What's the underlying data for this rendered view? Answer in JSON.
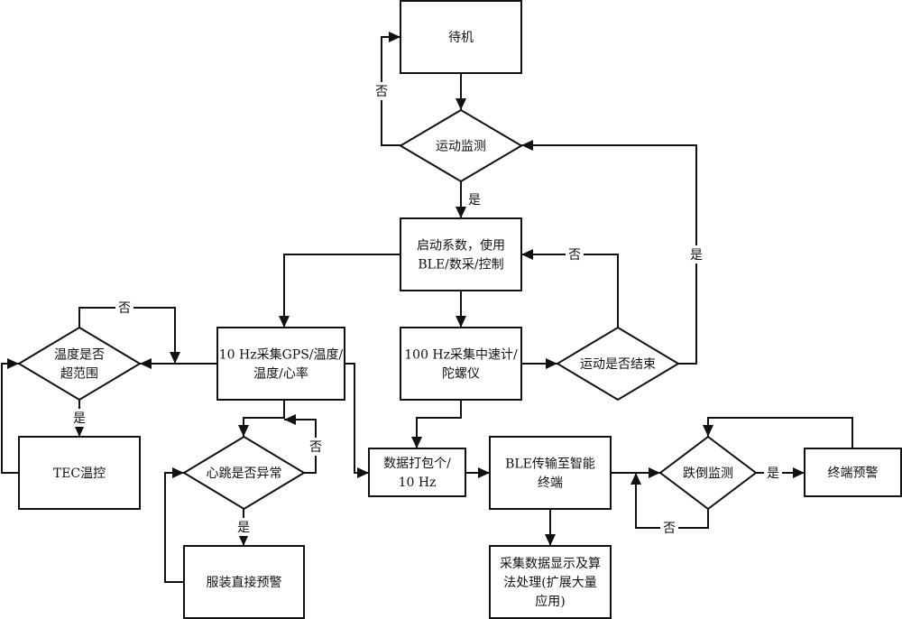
{
  "diagram": {
    "type": "flowchart",
    "nodes": [
      {
        "id": "standby",
        "shape": "rect",
        "lines": [
          "待机"
        ]
      },
      {
        "id": "motion_detect",
        "shape": "diamond",
        "lines": [
          "运动监测"
        ]
      },
      {
        "id": "start_system",
        "shape": "rect",
        "lines": [
          "启动系数，使用",
          "BLE/数采/控制"
        ]
      },
      {
        "id": "acq_100hz",
        "shape": "rect",
        "lines": [
          "100 Hz采集中速计/",
          "陀螺仪"
        ]
      },
      {
        "id": "motion_end",
        "shape": "diamond",
        "lines": [
          "运动是否结束"
        ]
      },
      {
        "id": "acq_10hz",
        "shape": "rect",
        "lines": [
          "10 Hz采集GPS/温度/",
          "温度/心率"
        ]
      },
      {
        "id": "temp_range",
        "shape": "diamond",
        "lines": [
          "温度是否",
          "超范围"
        ]
      },
      {
        "id": "tec_control",
        "shape": "rect",
        "lines": [
          "TEC温控"
        ]
      },
      {
        "id": "heartbeat",
        "shape": "diamond",
        "lines": [
          "心跳是否异常"
        ]
      },
      {
        "id": "garment_alarm",
        "shape": "rect",
        "lines": [
          "服装直接预警"
        ]
      },
      {
        "id": "data_pack",
        "shape": "rect",
        "lines": [
          "数据打包个/",
          "10 Hz"
        ]
      },
      {
        "id": "ble_transfer",
        "shape": "rect",
        "lines": [
          "BLE传输至智能",
          "终端"
        ]
      },
      {
        "id": "data_display",
        "shape": "rect",
        "lines": [
          "采集数据显示及算",
          "法处理(扩展大量",
          "应用)"
        ]
      },
      {
        "id": "fall_detect",
        "shape": "diamond",
        "lines": [
          "跌倒监测"
        ]
      },
      {
        "id": "terminal_alarm",
        "shape": "rect",
        "lines": [
          "终端预警"
        ]
      }
    ],
    "edges": [
      {
        "id": "standby-to-motion_detect",
        "from": "standby",
        "to": "motion_detect",
        "label": ""
      },
      {
        "id": "motion_detect-no-to-standby",
        "from": "motion_detect",
        "to": "standby",
        "label": "否"
      },
      {
        "id": "motion_detect-yes-to-start",
        "from": "motion_detect",
        "to": "start_system",
        "label": "是"
      },
      {
        "id": "start-to-acq_100hz",
        "from": "start_system",
        "to": "acq_100hz",
        "label": ""
      },
      {
        "id": "start-to-acq_10hz",
        "from": "start_system",
        "to": "acq_10hz",
        "label": ""
      },
      {
        "id": "acq_100hz-to-motion_end",
        "from": "acq_100hz",
        "to": "motion_end",
        "label": ""
      },
      {
        "id": "motion_end-no-to-start",
        "from": "motion_end",
        "to": "start_system",
        "label": "否"
      },
      {
        "id": "motion_end-yes-to-motion_detect",
        "from": "motion_end",
        "to": "motion_detect",
        "label": "是"
      },
      {
        "id": "acq_10hz-to-temp_range",
        "from": "acq_10hz",
        "to": "temp_range",
        "label": ""
      },
      {
        "id": "temp_range-no-loop",
        "from": "temp_range",
        "to": "temp_range",
        "label": "否"
      },
      {
        "id": "temp_range-yes-to-tec",
        "from": "temp_range",
        "to": "tec_control",
        "label": "是"
      },
      {
        "id": "tec-to-temp_range",
        "from": "tec_control",
        "to": "temp_range",
        "label": ""
      },
      {
        "id": "acq_10hz-to-heartbeat",
        "from": "acq_10hz",
        "to": "heartbeat",
        "label": ""
      },
      {
        "id": "heartbeat-no-loop",
        "from": "heartbeat",
        "to": "heartbeat",
        "label": "否"
      },
      {
        "id": "heartbeat-yes-to-garment",
        "from": "heartbeat",
        "to": "garment_alarm",
        "label": "是"
      },
      {
        "id": "garment-to-heartbeat",
        "from": "garment_alarm",
        "to": "heartbeat",
        "label": ""
      },
      {
        "id": "acq_10hz-to-data_pack",
        "from": "acq_10hz",
        "to": "data_pack",
        "label": ""
      },
      {
        "id": "acq_100hz-to-data_pack",
        "from": "acq_100hz",
        "to": "data_pack",
        "label": ""
      },
      {
        "id": "data_pack-to-ble",
        "from": "data_pack",
        "to": "ble_transfer",
        "label": ""
      },
      {
        "id": "ble-to-display",
        "from": "ble_transfer",
        "to": "data_display",
        "label": ""
      },
      {
        "id": "ble-to-fall_detect",
        "from": "ble_transfer",
        "to": "fall_detect",
        "label": ""
      },
      {
        "id": "fall_detect-yes-to-terminal",
        "from": "fall_detect",
        "to": "terminal_alarm",
        "label": "是"
      },
      {
        "id": "fall_detect-no-loop",
        "from": "fall_detect",
        "to": "fall_detect",
        "label": "否"
      },
      {
        "id": "terminal-to-fall_detect",
        "from": "terminal_alarm",
        "to": "fall_detect",
        "label": ""
      }
    ]
  }
}
